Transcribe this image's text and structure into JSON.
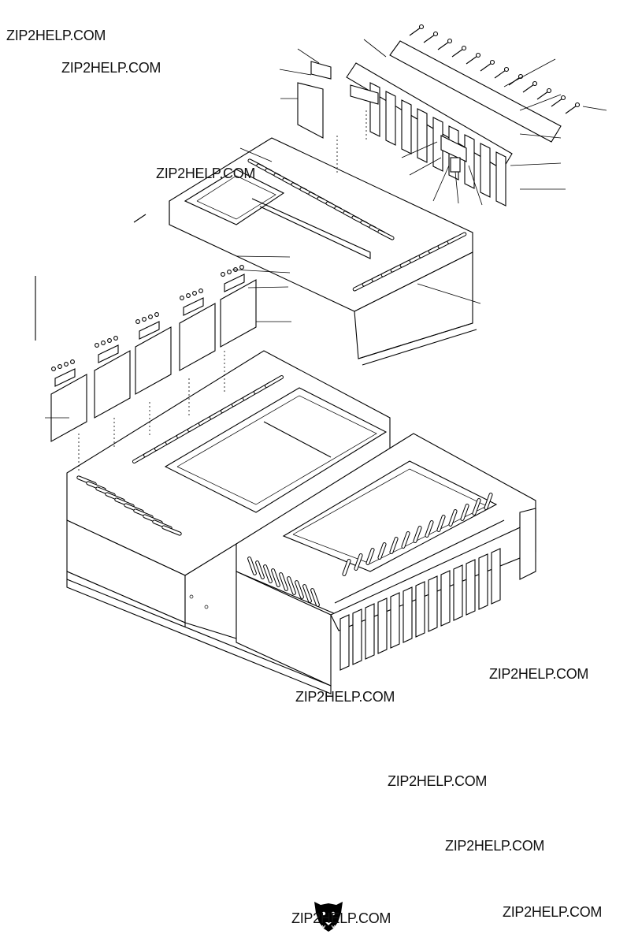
{
  "watermark": {
    "text": "ZIP2HELP.COM",
    "color": "#111111"
  },
  "logo": {
    "icon": "wolf-head-logo",
    "color": "#000000"
  },
  "diagram": {
    "type": "exploded-parts-drawing",
    "background": "#ffffff",
    "line_color": "#000000"
  }
}
